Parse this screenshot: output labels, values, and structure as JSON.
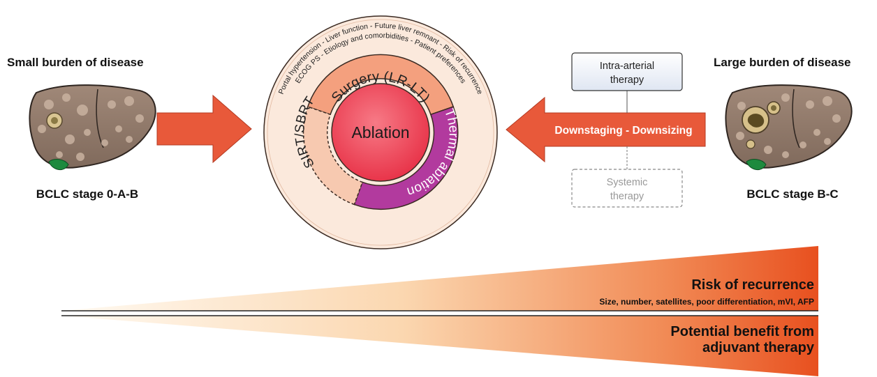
{
  "left_panel": {
    "heading": "Small burden of disease",
    "stage_label": "BCLC stage 0-A-B"
  },
  "right_panel": {
    "heading": "Large burden of disease",
    "stage_label": "BCLC stage B-C"
  },
  "wheel": {
    "outer_ring_line1": "Portal hypertension - Liver function - Future liver remnant - Risk of recurrence",
    "outer_ring_line2": "ECOG PS - Etiology and comorbidities - Patient preferences",
    "segment_top": "Surgery (LR-LT)",
    "segment_right": "Thermal ablation",
    "segment_left": "SIRT/SBRT",
    "center": "Ablation"
  },
  "downstaging": {
    "arrow_label": "Downstaging - Downsizing",
    "box_top_line1": "Intra-arterial",
    "box_top_line2": "therapy",
    "box_bottom_line1": "Systemic",
    "box_bottom_line2": "therapy"
  },
  "gradients": {
    "top_title": "Risk of recurrence",
    "top_subtitle": "Size, number, satellites, poor differentiation, mVI, AFP",
    "bottom_title_line1": "Potential benefit from",
    "bottom_title_line2": "adjuvant therapy"
  },
  "colors": {
    "arrow_orange": "#e8593a",
    "ring_outer": "#fbe9dc",
    "surgery": "#f4a07e",
    "thermal": "#b23a9e",
    "sirt": "#f7c9b0",
    "center": "#ee3b4e",
    "gradient_end": "#e8501f",
    "gradient_start": "#fff7ea"
  }
}
